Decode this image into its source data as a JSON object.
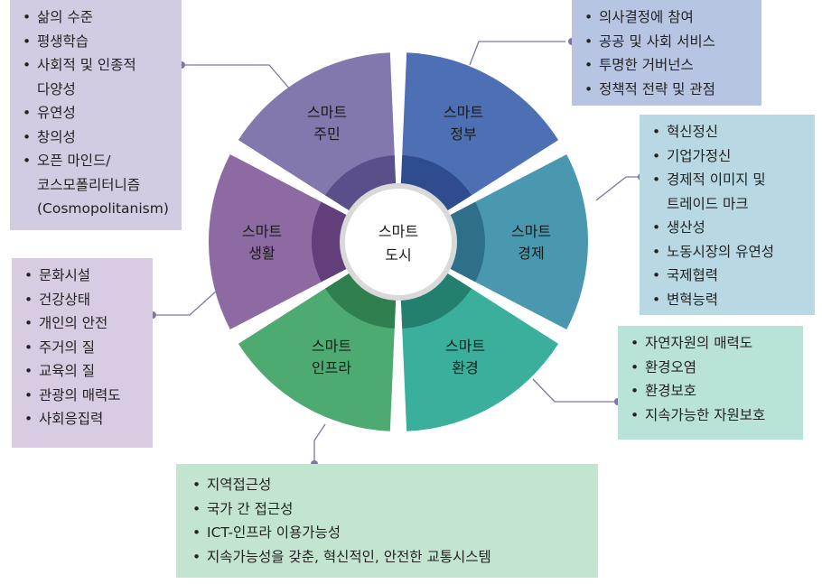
{
  "center": {
    "line1": "스마트",
    "line2": "도시"
  },
  "segments": {
    "resident": {
      "line1": "스마트",
      "line2": "주민",
      "color": "#8378ad",
      "inner": "#5a4f88"
    },
    "government": {
      "line1": "스마트",
      "line2": "정부",
      "color": "#4d6fb3",
      "inner": "#2f4c8e"
    },
    "economy": {
      "line1": "스마트",
      "line2": "경제",
      "color": "#4998b0",
      "inner": "#2e7089"
    },
    "environment": {
      "line1": "스마트",
      "line2": "환경",
      "color": "#3aaf9b",
      "inner": "#23806f"
    },
    "infra": {
      "line1": "스마트",
      "line2": "인프라",
      "color": "#4dab72",
      "inner": "#2f7f4f"
    },
    "life": {
      "line1": "스마트",
      "line2": "생활",
      "color": "#8e6aa3",
      "inner": "#623f7a"
    }
  },
  "boxes": {
    "resident": [
      "삶의 수준",
      "평생학습",
      "사회적 및 인종적",
      "다양성",
      "유연성",
      "창의성",
      "오픈 마인드/",
      "코스모폴리터니즘",
      "(Cosmopolitanism)"
    ],
    "government": [
      "의사결정에 참여",
      "공공 및 사회 서비스",
      "투명한 거버넌스",
      "정책적 전략 및 관점"
    ],
    "economy": [
      "혁신정신",
      "기업가정신",
      "경제적 이미지 및",
      "트레이드 마크",
      "생산성",
      "노동시장의 유연성",
      "국제협력",
      "변혁능력"
    ],
    "life": [
      "문화시설",
      "건강상태",
      "개인의 안전",
      "주거의 질",
      "교육의 질",
      "관광의 매력도",
      "사회응집력"
    ],
    "environment": [
      "자연자원의 매력도",
      "환경오염",
      "환경보호",
      "지속가능한 자원보호"
    ],
    "infra": [
      "지역접근성",
      "국가 간 접근성",
      "ICT-인프라 이용가능성",
      "지속가능성을 갖춘, 혁신적인, 안전한 교통시스템"
    ]
  },
  "connector_color": "#7d74a9"
}
